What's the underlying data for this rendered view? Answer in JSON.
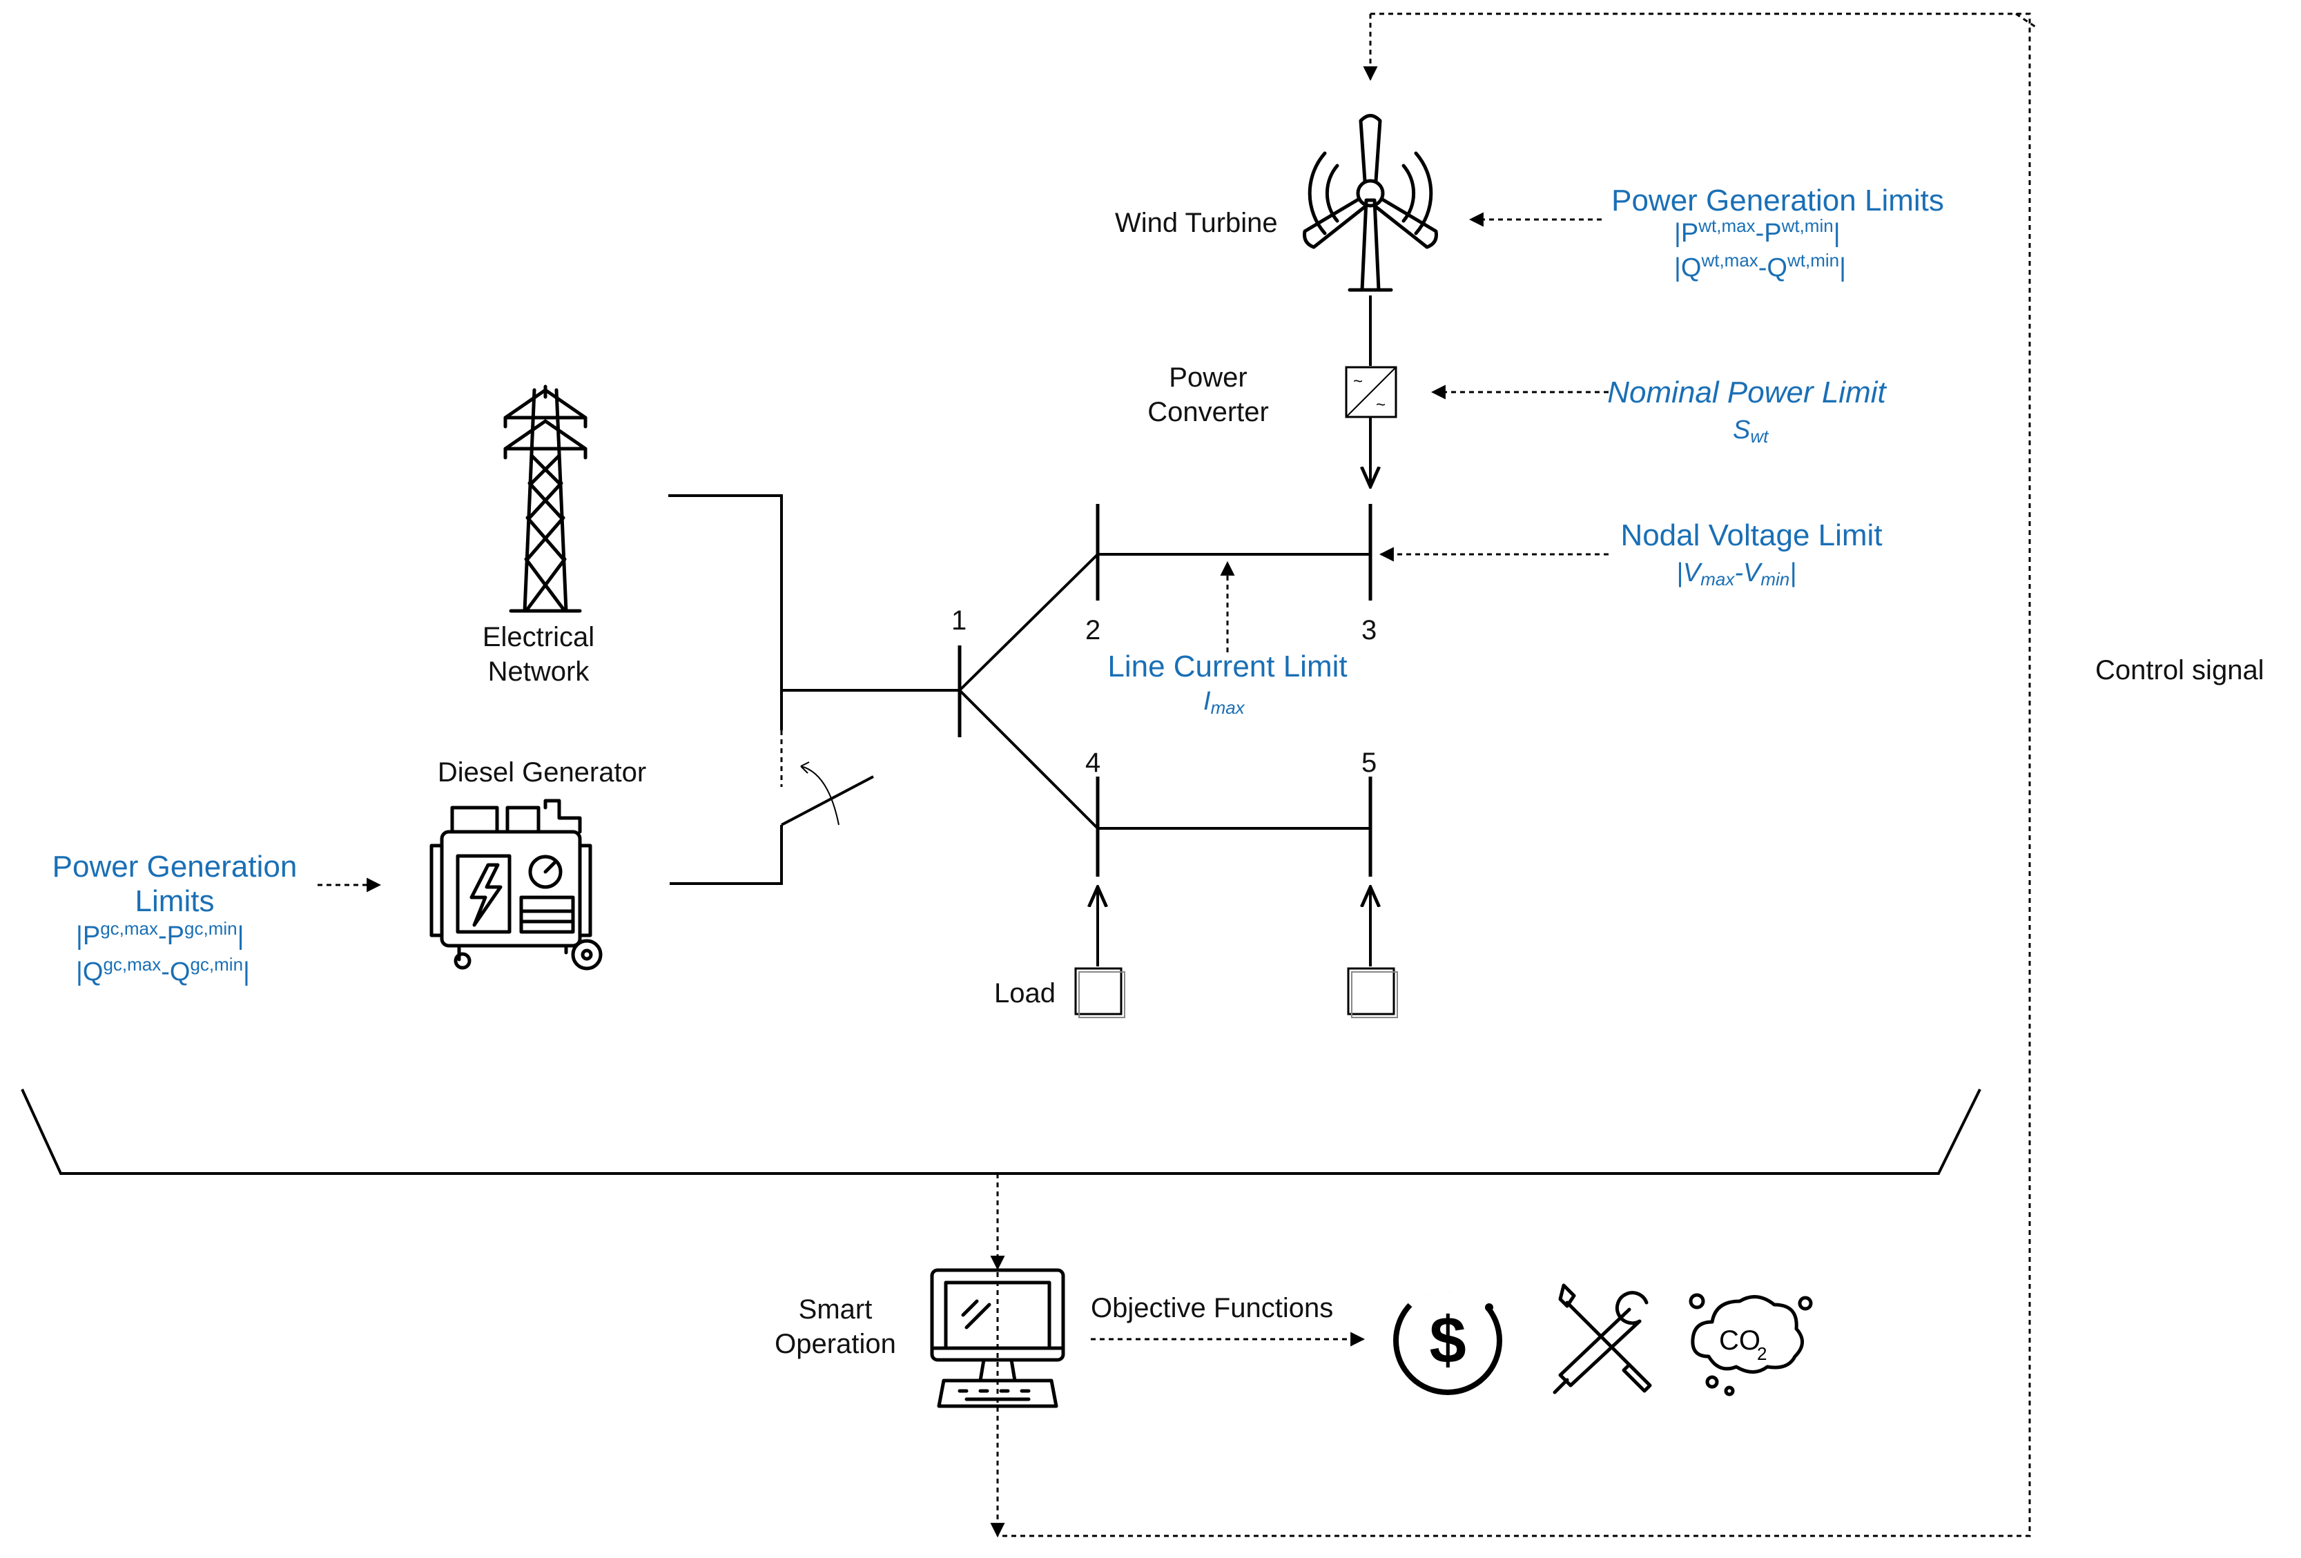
{
  "labels": {
    "wind_turbine": "Wind Turbine",
    "power_converter_1": "Power",
    "power_converter_2": "Converter",
    "electrical_network_1": "Electrical",
    "electrical_network_2": "Network",
    "diesel_generator": "Diesel Generator",
    "load": "Load",
    "control_signal": "Control signal",
    "smart_operation_1": "Smart",
    "smart_operation_2": "Operation",
    "objective_functions": "Objective Functions"
  },
  "buses": [
    "1",
    "2",
    "3",
    "4",
    "5"
  ],
  "constraints": {
    "wt_power": {
      "title": "Power Generation Limits",
      "line1": {
        "base": "|P",
        "sup1": "wt,max",
        "mid": "-P",
        "sup2": "wt,min",
        "end": "|"
      },
      "line2": {
        "base": "|Q",
        "sup1": "wt,max",
        "mid": "-Q",
        "sup2": "wt,min",
        "end": "|"
      }
    },
    "nominal": {
      "title": "Nominal Power Limit",
      "sym": "S",
      "sub": "wt"
    },
    "nodal": {
      "pre": "|V",
      "sub1": "max",
      "mid": "-V",
      "sub2": "min",
      "end": "|",
      "title": "Nodal Voltage Limit"
    },
    "line": {
      "title": "Line Current Limit",
      "sym": "I",
      "sub": "max"
    },
    "gen_power": {
      "title1": "Power Generation",
      "title2": "Limits",
      "line1": {
        "base": "|P",
        "sup1": "gc,max",
        "mid": "-P",
        "sup2": "gc,min",
        "end": "|"
      },
      "line2": {
        "base": "|Q",
        "sup1": "gc,max",
        "mid": "-Q",
        "sup2": "gc,min",
        "end": "|"
      }
    }
  },
  "icons": {
    "co2_text": "CO",
    "co2_sub": "2",
    "dollar": "$"
  },
  "colors": {
    "constraint_text": "#1a6fb5",
    "lines": "#000000"
  }
}
